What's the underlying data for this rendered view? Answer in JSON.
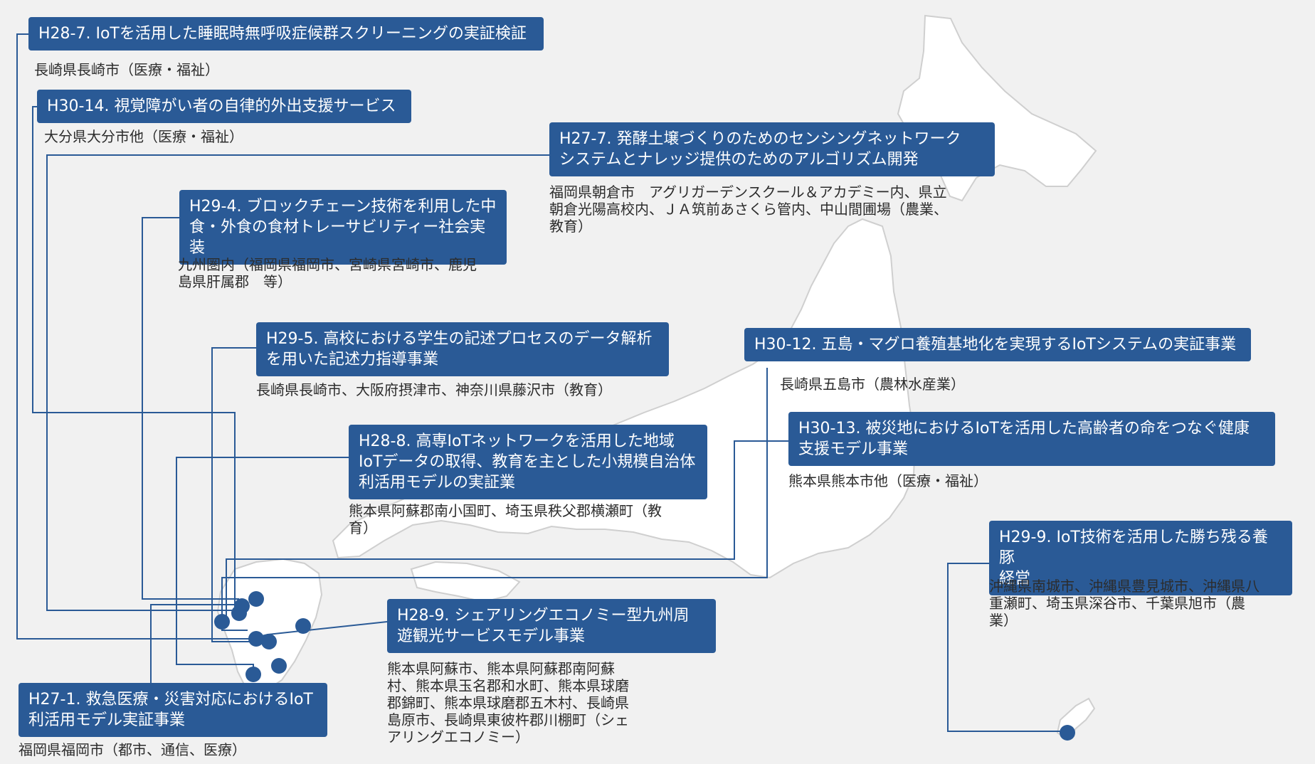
{
  "colors": {
    "background": "#f1f1f1",
    "land_fill": "#ffffff",
    "land_outline": "#cfcfcf",
    "box_fill": "#2a5a96",
    "box_text": "#ffffff",
    "connector": "#2a5a96",
    "marker": "#2a5a96",
    "location_text": "#2c2c2c"
  },
  "projects": [
    {
      "id": "h28-7",
      "title": "H28-7. IoTを活用した睡眠時無呼吸症候群スクリーニングの実証検証",
      "location": "長崎県長崎市（医療・福祉）"
    },
    {
      "id": "h30-14",
      "title": "H30-14. 視覚障がい者の自律的外出支援サービス",
      "location": "大分県大分市他（医療・福祉）"
    },
    {
      "id": "h27-7",
      "title": "H27-7. 発酵土壌づくりのためのセンシングネットワーク\nシステムとナレッジ提供のためのアルゴリズム開発",
      "location": "福岡県朝倉市　アグリガーデンスクール＆アカデミー内、県立\n朝倉光陽高校内、ＪＡ筑前あさくら管内、中山間圃場（農業、\n教育）"
    },
    {
      "id": "h29-4",
      "title": "H29-4. ブロックチェーン技術を利用した中\n食・外食の食材トレーサビリティー社会実装",
      "location": "九州圏内（福岡県福岡市、宮崎県宮崎市、鹿児\n島県肝属郡　等）"
    },
    {
      "id": "h29-5",
      "title": "H29-5. 高校における学生の記述プロセスのデータ解析\nを用いた記述力指導事業",
      "location": "長崎県長崎市、大阪府摂津市、神奈川県藤沢市（教育）"
    },
    {
      "id": "h30-12",
      "title": "H30-12. 五島・マグロ養殖基地化を実現するIoTシステムの実証事業",
      "location": "長崎県五島市（農林水産業）"
    },
    {
      "id": "h28-8",
      "title": "H28-8. 高専IoTネットワークを活用した地域\nIoTデータの取得、教育を主とした小規模自治体\n利活用モデルの実証業",
      "location": "熊本県阿蘇郡南小国町、埼玉県秩父郡横瀬町（教\n育）"
    },
    {
      "id": "h30-13",
      "title": "H30-13. 被災地におけるIoTを活用した高齢者の命をつなぐ健康\n支援モデル事業",
      "location": "熊本県熊本市他（医療・福祉）"
    },
    {
      "id": "h29-9",
      "title": "H29-9. IoT技術を活用した勝ち残る養豚\n経営",
      "location": "沖縄県南城市、沖縄県豊見城市、沖縄県八\n重瀬町、埼玉県深谷市、千葉県旭市（農\n業）"
    },
    {
      "id": "h28-9",
      "title": "H28-9. シェアリングエコノミー型九州周\n遊観光サービスモデル事業",
      "location": "熊本県阿蘇市、熊本県阿蘇郡南阿蘇\n村、熊本県玉名郡和水町、熊本県球磨\n郡錦町、熊本県球磨郡五木村、長崎県\n島原市、長崎県東彼杵郡川棚町（シェ\nアリングエコノミー）"
    },
    {
      "id": "h27-1",
      "title": "H27-1. 救急医療・災害対応におけるIoT\n利活用モデル実証事業",
      "location": "福岡県福岡市（都市、通信、医療）"
    }
  ]
}
